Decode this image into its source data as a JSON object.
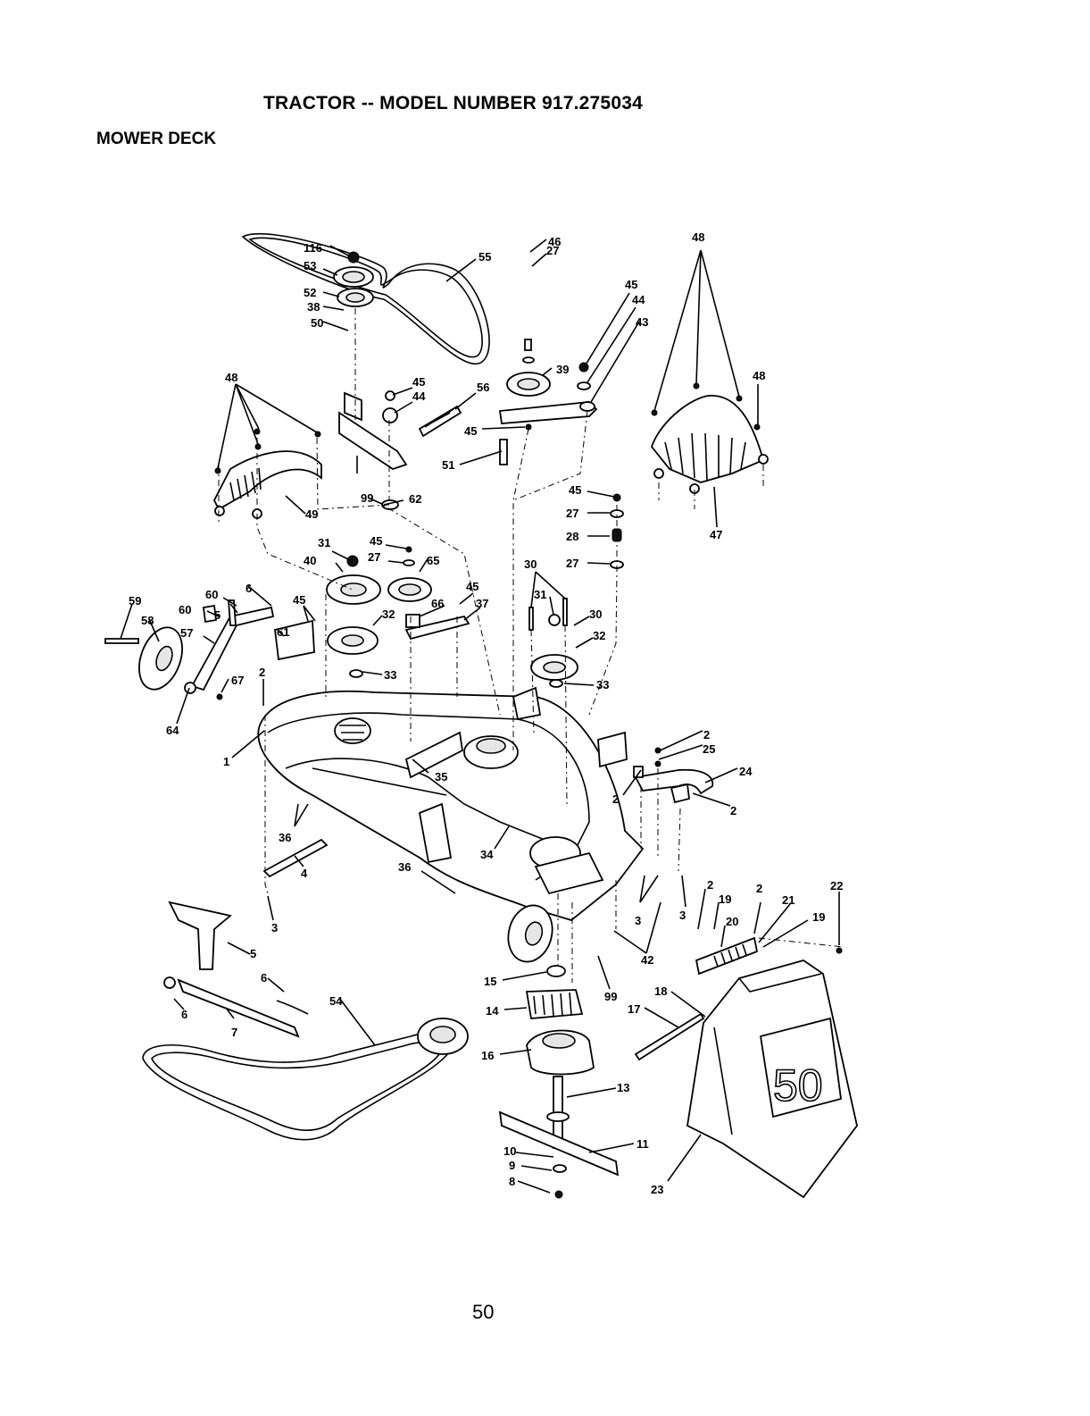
{
  "header": {
    "title": "TRACTOR -- MODEL NUMBER 917.275034",
    "section": "MOWER DECK"
  },
  "footer": {
    "page_number": "50"
  },
  "callouts": {
    "c55": "55",
    "c116": "116",
    "c53": "53",
    "c52": "52",
    "c38": "38",
    "c50": "50",
    "c45a": "45",
    "c44a": "44",
    "c56": "56",
    "c45b": "45",
    "c51": "51",
    "c46": "46",
    "c27a": "27",
    "c39": "39",
    "c45c": "45",
    "c44b": "44",
    "c43": "43",
    "c48a": "48",
    "c48b": "48",
    "c48c": "48",
    "c47": "47",
    "c49": "49",
    "c99a": "99",
    "c62": "62",
    "c45d": "45",
    "c27b": "27",
    "c28": "28",
    "c27c": "27",
    "c31a": "31",
    "c45e": "45",
    "c40": "40",
    "c27d": "27",
    "c65": "65",
    "c30a": "30",
    "c31b": "31",
    "c30b": "30",
    "c32b": "32",
    "c33b": "33",
    "c6a": "6",
    "c60a": "60",
    "c60b": "60",
    "c5a": "5",
    "c45f": "45",
    "c66": "66",
    "c45g": "45",
    "c37": "37",
    "c59": "59",
    "c58": "58",
    "c57": "57",
    "c61": "61",
    "c32a": "32",
    "c33a": "33",
    "c67": "67",
    "c2a": "2",
    "c64": "64",
    "c1": "1",
    "c35": "35",
    "c2b": "2",
    "c25": "25",
    "c24": "24",
    "c2c": "2",
    "c2d": "2",
    "c36a": "36",
    "c4": "4",
    "c36b": "36",
    "c34": "34",
    "c3a": "3",
    "c2e": "2",
    "c19a": "19",
    "c2f": "2",
    "c21": "21",
    "c22": "22",
    "c20": "20",
    "c19b": "19",
    "c3b": "3",
    "c3c": "3",
    "c42": "42",
    "c5b": "5",
    "c6b": "6",
    "c54": "54",
    "c6c": "6",
    "c7": "7",
    "c15": "15",
    "c99b": "99",
    "c18": "18",
    "c14": "14",
    "c17": "17",
    "c16": "16",
    "c13": "13",
    "c10": "10",
    "c11": "11",
    "c9": "9",
    "c8": "8",
    "c23": "23"
  },
  "chute_marking": "50"
}
